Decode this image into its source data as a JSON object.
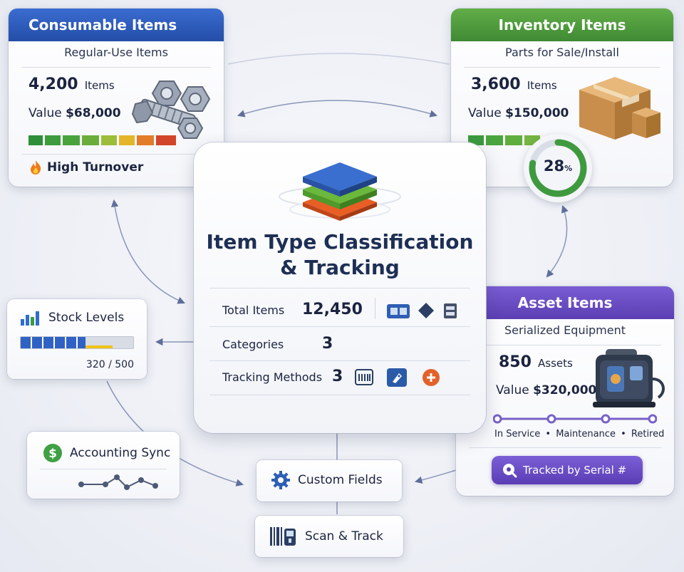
{
  "center": {
    "title_line1": "Item Type Classification",
    "title_line2": "& Tracking",
    "rows": [
      {
        "label": "Total Items",
        "value": "12,450"
      },
      {
        "label": "Categories",
        "value": "3"
      },
      {
        "label": "Tracking Methods",
        "value": "3"
      }
    ]
  },
  "consumable": {
    "header": "Consumable Items",
    "subtitle": "Regular-Use Items",
    "count": "4,200",
    "count_unit": "Items",
    "value_label": "Value",
    "value": "$68,000",
    "badge": "High Turnover",
    "header_color": "#2a55b8"
  },
  "inventory": {
    "header": "Inventory Items",
    "subtitle": "Parts for Sale/Install",
    "count": "3,600",
    "count_unit": "Items",
    "value_label": "Value",
    "value": "$150,000",
    "gauge_text": "28",
    "gauge_unit": "%",
    "gauge_percent": 28,
    "header_color": "#4c9a3c"
  },
  "asset": {
    "header": "Asset Items",
    "subtitle": "Serialized Equipment",
    "count": "850",
    "count_unit": "Assets",
    "value_label": "Value",
    "value": "$320,000",
    "stages": [
      "In Service",
      "Maintenance",
      "Retired"
    ],
    "separator": "•",
    "tracked_button": "Tracked by Serial #",
    "header_color": "#6a4bc4"
  },
  "stock": {
    "title": "Stock Levels",
    "current": "320",
    "max": "500",
    "separator": "/",
    "fill_fraction": 0.64
  },
  "accounting": {
    "title": "Accounting Sync"
  },
  "custom_fields": {
    "title": "Custom Fields"
  },
  "scan": {
    "title": "Scan & Track"
  },
  "colors": {
    "blue": "#2a55b8",
    "green": "#4c9a3c",
    "purple": "#6a4bc4",
    "orange": "#e0662a"
  }
}
